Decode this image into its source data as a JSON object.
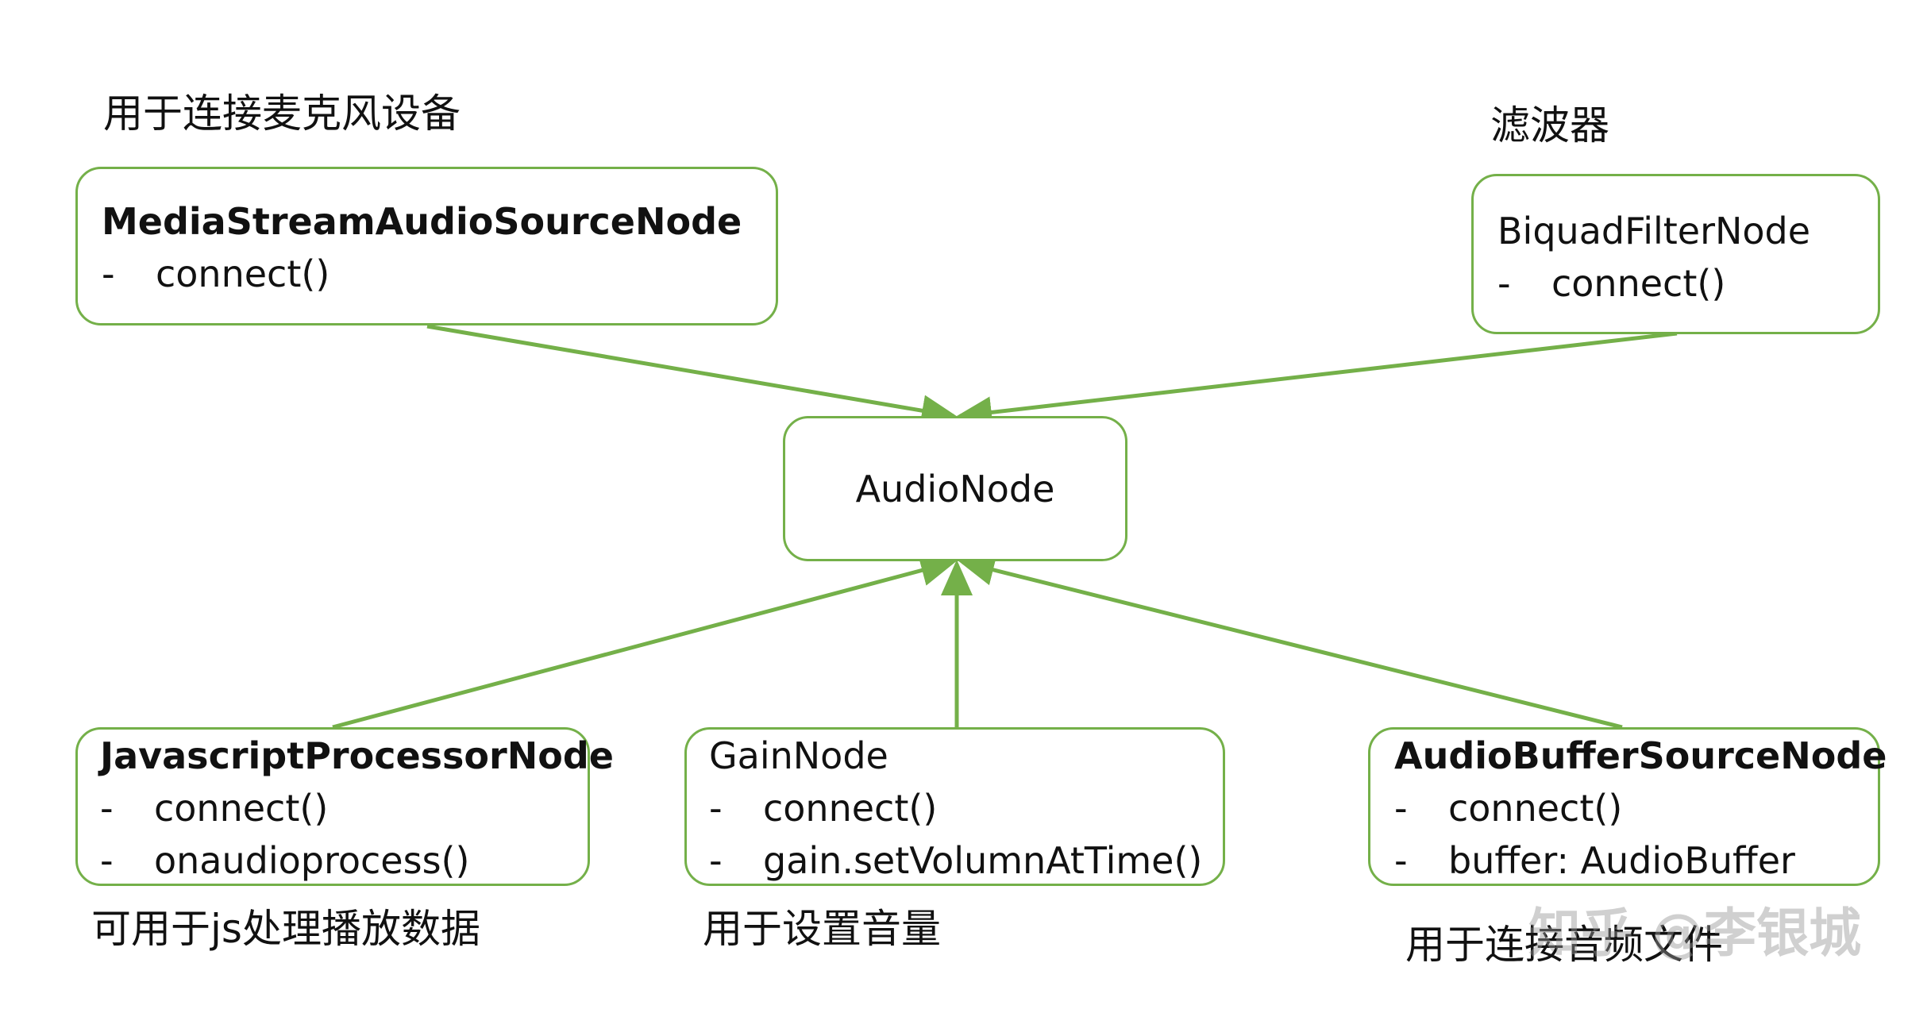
{
  "colors": {
    "edge": "#74b049",
    "border": "#74b049",
    "text": "#111111"
  },
  "nodes": {
    "media_stream": {
      "title": "MediaStreamAudioSourceNode",
      "methods": [
        {
          "dash": "-",
          "text": "connect()"
        }
      ]
    },
    "biquad": {
      "title": "BiquadFilterNode",
      "methods": [
        {
          "dash": "-",
          "text": "connect()"
        }
      ]
    },
    "audio_node": {
      "title": "AudioNode"
    },
    "js_processor": {
      "title": "JavascriptProcessorNode",
      "methods": [
        {
          "dash": "-",
          "text": "connect()"
        },
        {
          "dash": "-",
          "text": "onaudioprocess()"
        }
      ]
    },
    "gain": {
      "title": "GainNode",
      "methods": [
        {
          "dash": "-",
          "text": "connect()"
        },
        {
          "dash": "-",
          "text": "gain.setVolumnAtTime()"
        }
      ]
    },
    "buffer_source": {
      "title": "AudioBufferSourceNode",
      "methods": [
        {
          "dash": "-",
          "text": "connect()"
        },
        {
          "dash": "-",
          "text": "buffer: AudioBuffer"
        }
      ]
    }
  },
  "captions": {
    "media_stream": "用于连接麦克风设备",
    "biquad": "滤波器",
    "js_processor": "可用于js处理播放数据",
    "gain": "用于设置音量",
    "buffer_source": "用于连接音频文件"
  },
  "watermark": "知乎 @李银城"
}
